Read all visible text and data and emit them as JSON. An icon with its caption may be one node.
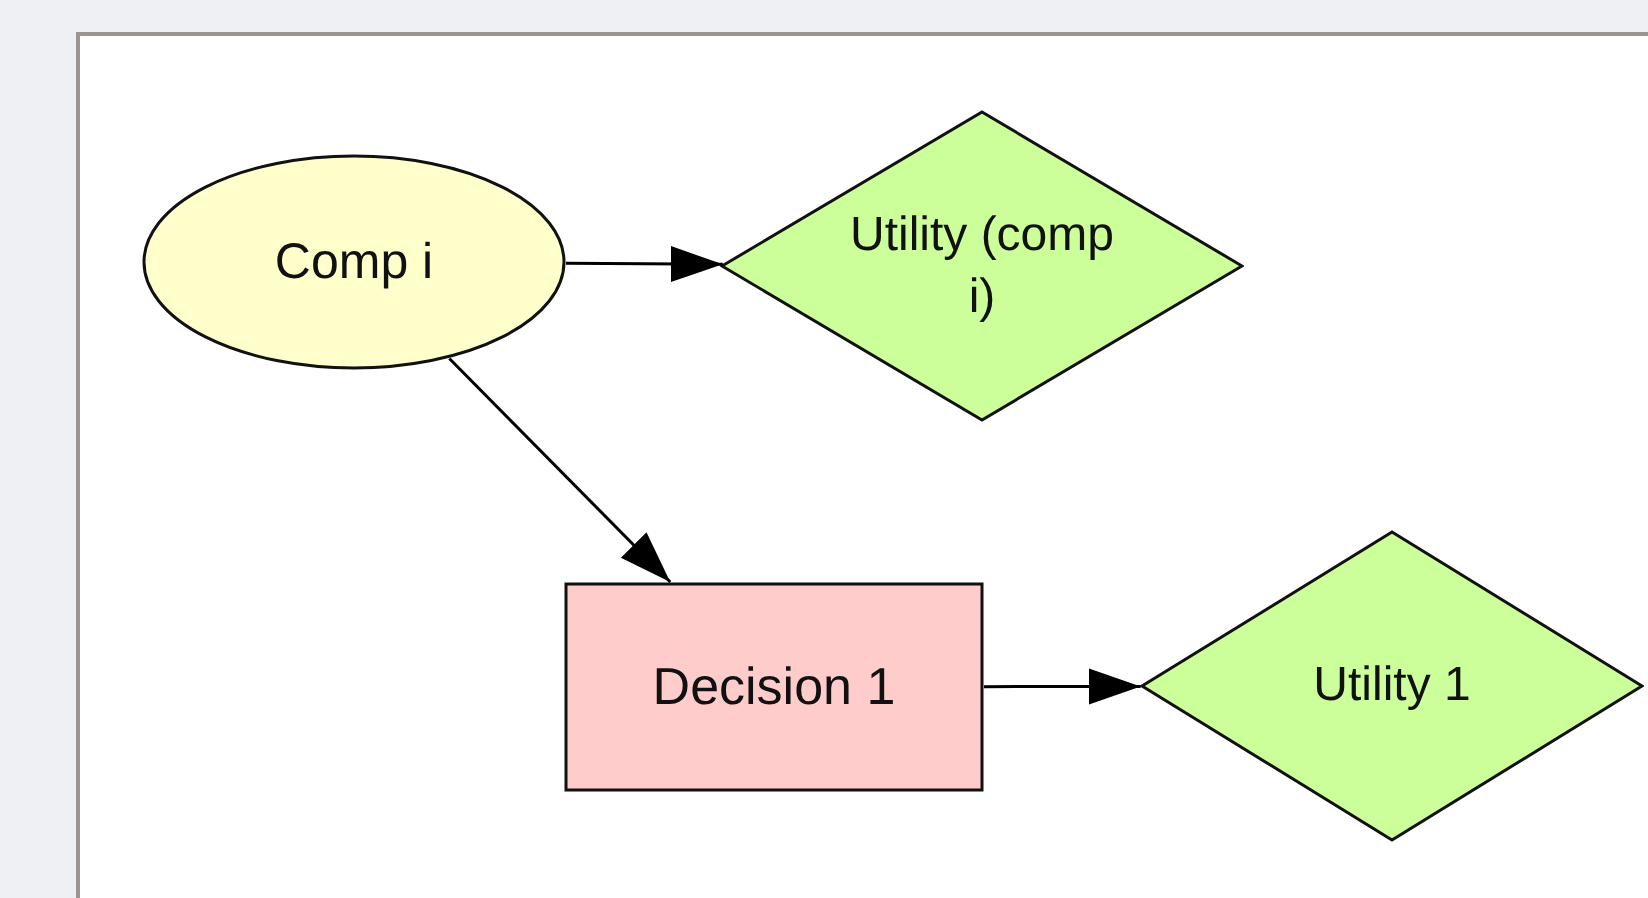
{
  "diagram": {
    "nodes": [
      {
        "text": [
          "Comp i"
        ]
      },
      {
        "text": [
          "Utility (comp i)"
        ]
      },
      {
        "text": [
          "Decision 1"
        ]
      },
      {
        "text": [
          "Utility 1"
        ]
      }
    ],
    "edges": [
      {
        "from": 0,
        "to": 1,
        "arrow": "to"
      },
      {
        "from": 0,
        "to": 2,
        "arrow": "to"
      },
      {
        "from": 2,
        "to": 3,
        "arrow": "to"
      }
    ]
  }
}
